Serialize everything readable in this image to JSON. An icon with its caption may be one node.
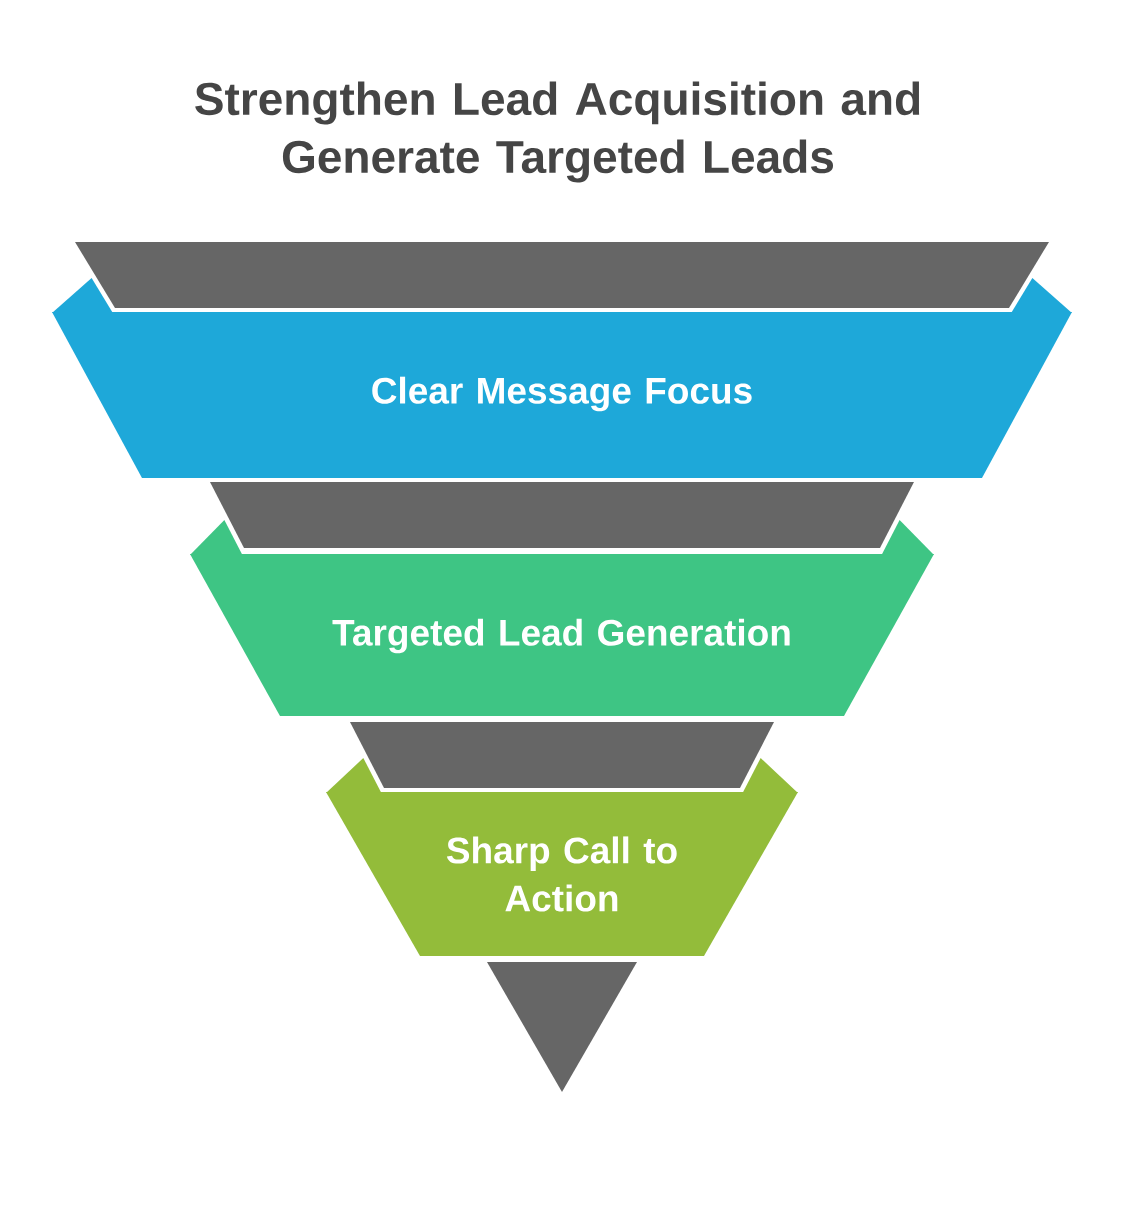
{
  "diagram": {
    "title": "Strengthen Lead Acquisition and Generate Targeted Leads",
    "nodes": [
      {
        "text": [],
        "shape": "trapezoid"
      },
      {
        "text": [
          "Clear Message Focus"
        ]
      },
      {
        "text": [],
        "shape": "trapezoid"
      },
      {
        "text": [
          "Targeted Lead Generation"
        ]
      },
      {
        "text": [],
        "shape": "trapezoid"
      },
      {
        "text": [
          "Sharp Call to Action"
        ]
      },
      {
        "text": [],
        "shape": "triangle"
      }
    ]
  }
}
